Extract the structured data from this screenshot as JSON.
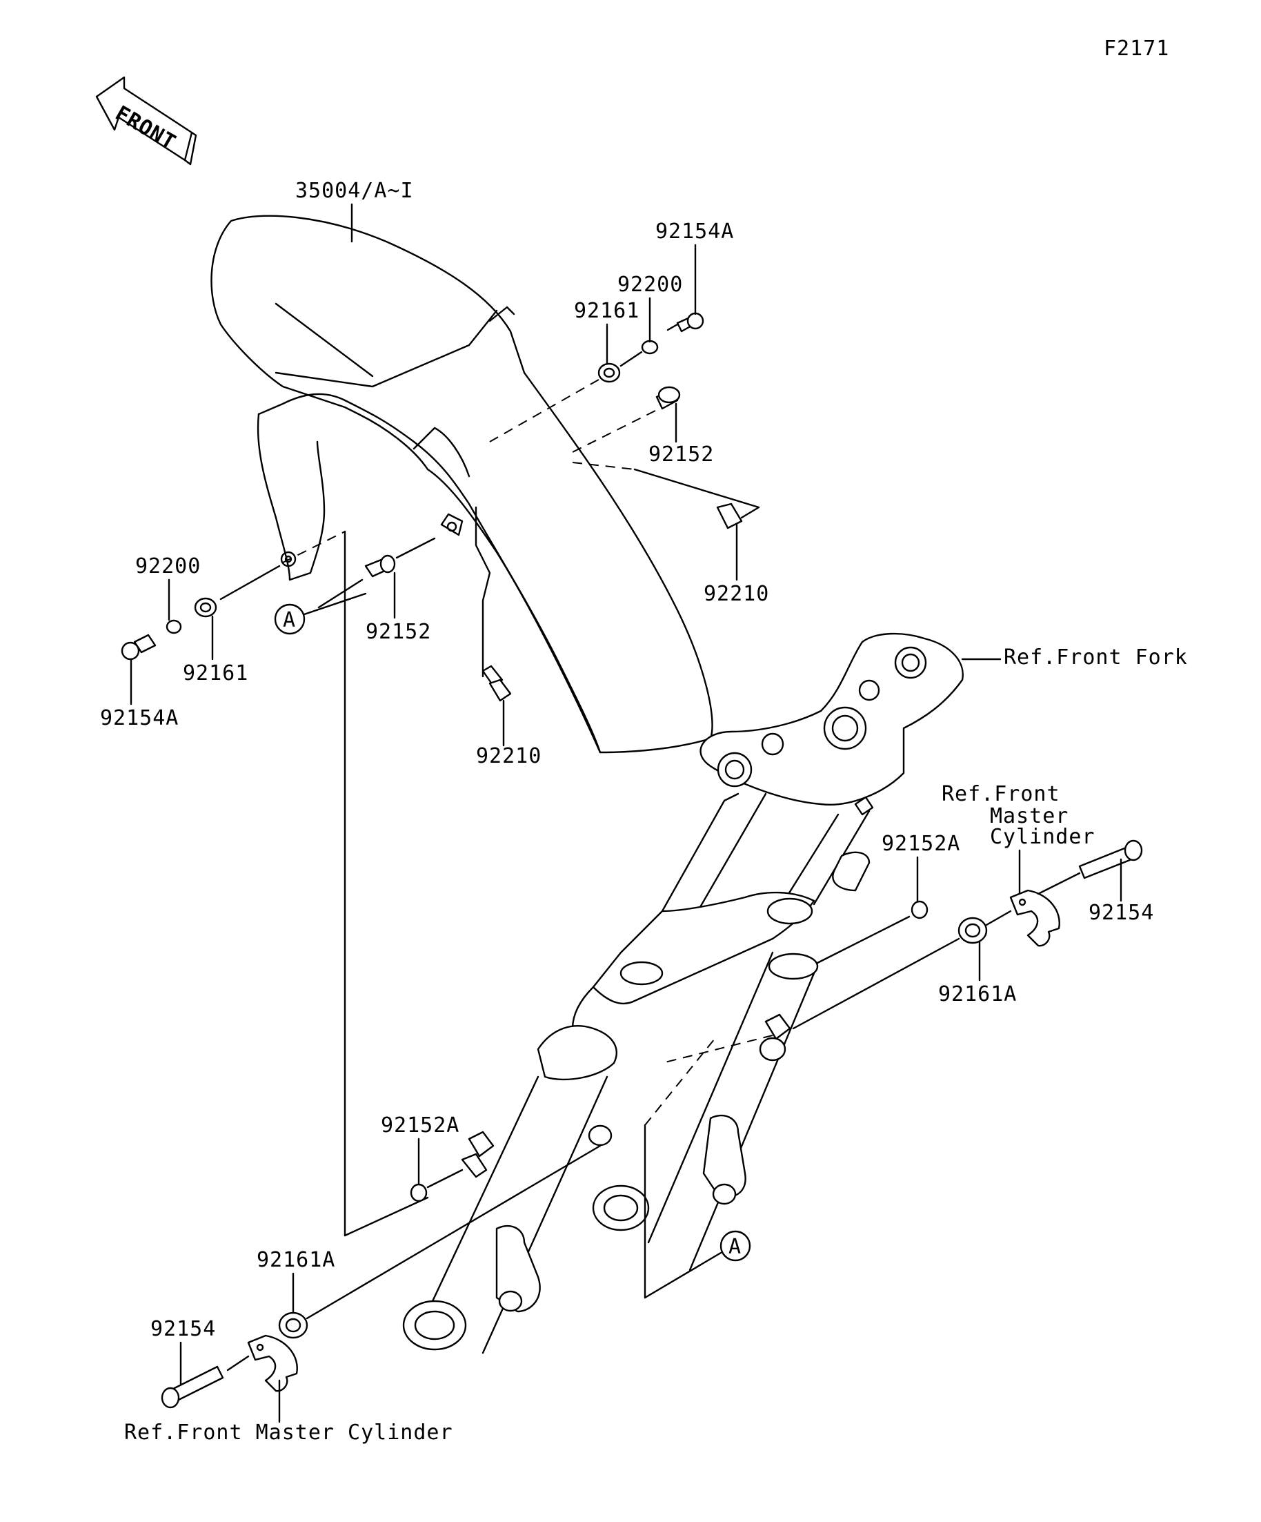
{
  "figure_code": "F2171",
  "front_arrow_text": "FRONT",
  "callout_a": "A",
  "labels": {
    "fender": "35004/A~I",
    "bolt_92154A_top": "92154A",
    "washer_92200_top": "92200",
    "grommet_92161_top": "92161",
    "collar_92152_top": "92152",
    "nut_92210_right": "92210",
    "washer_92200_left": "92200",
    "grommet_92161_left": "92161",
    "bolt_92154A_left": "92154A",
    "collar_92152_left": "92152",
    "nut_92210_bottom": "92210",
    "ref_front_fork": "Ref.Front Fork",
    "ref_master_cyl_right_1": "Ref.Front",
    "ref_master_cyl_right_2": "Master",
    "ref_master_cyl_right_3": "Cylinder",
    "collar_92152A_right": "92152A",
    "bolt_92154_right": "92154",
    "grommet_92161A_right": "92161A",
    "collar_92152A_left": "92152A",
    "grommet_92161A_left": "92161A",
    "bolt_92154_left": "92154",
    "ref_master_cyl_bottom": "Ref.Front Master Cylinder"
  }
}
